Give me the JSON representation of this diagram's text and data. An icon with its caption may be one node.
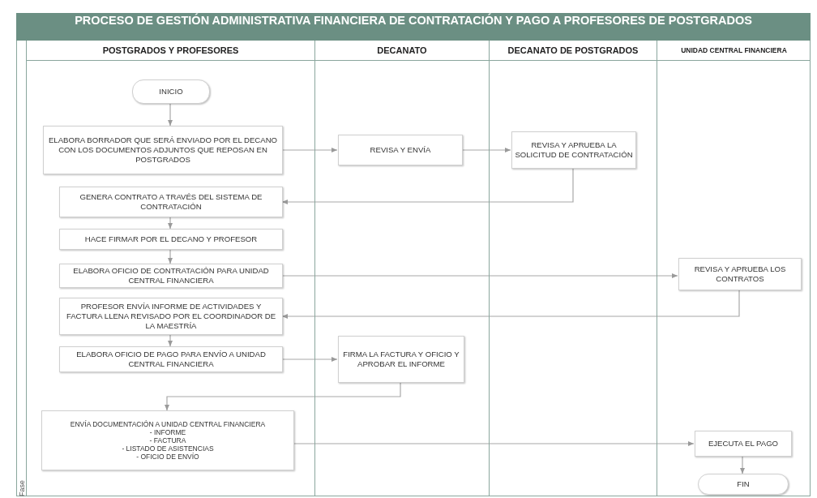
{
  "diagram": {
    "title": "PROCESO DE GESTIÓN ADMINISTRATIVA FINANCIERA DE CONTRATACIÓN Y PAGO A PROFESORES DE POSTGRADOS",
    "nodes": [
      {
        "text": [
          "POSTGRADOS Y PROFESORES"
        ]
      },
      {
        "text": [
          "DECANATO"
        ]
      },
      {
        "text": [
          "DECANATO DE POSTGRADOS"
        ]
      },
      {
        "text": [
          "UNIDAD CENTRAL FINANCIERA"
        ]
      },
      {
        "text": [
          "INICIO"
        ],
        "in": 0
      },
      {
        "text": [
          "ELABORA BORRADOR QUE SERÁ ENVIADO POR EL DECANO CON LOS DOCUMENTOS ADJUNTOS QUE REPOSAN EN POSTGRADOS"
        ],
        "in": 0
      },
      {
        "text": [
          "REVISA Y ENVÍA"
        ],
        "in": 1
      },
      {
        "text": [
          "REVISA Y APRUEBA LA SOLICITUD DE CONTRATACIÓN"
        ],
        "in": 2
      },
      {
        "text": [
          "GENERA CONTRATO A TRAVÉS DEL SISTEMA DE CONTRATACIÓN"
        ],
        "in": 0
      },
      {
        "text": [
          "HACE FIRMAR POR EL DECANO Y PROFESOR"
        ],
        "in": 0
      },
      {
        "text": [
          "ELABORA OFICIO DE CONTRATACIÓN PARA UNIDAD CENTRAL FINANCIERA"
        ],
        "in": 0
      },
      {
        "text": [
          "REVISA Y APRUEBA LOS CONTRATOS"
        ],
        "in": 3
      },
      {
        "text": [
          "PROFESOR ENVÍA INFORME DE ACTIVIDADES Y FACTURA LLENA REVISADO POR EL COORDINADOR DE LA MAESTRÍA"
        ],
        "in": 0
      },
      {
        "text": [
          "ELABORA OFICIO DE PAGO PARA ENVÍO A UNIDAD CENTRAL FINANCIERA"
        ],
        "in": 0
      },
      {
        "text": [
          "FIRMA LA FACTURA Y OFICIO Y APROBAR EL INFORME"
        ],
        "in": 1
      },
      {
        "text": [
          "ENVÍA DOCUMENTACIÓN A UNIDAD CENTRAL FINANCIERA",
          "- INFORME",
          "- FACTURA",
          "- LISTADO DE ASISTENCIAS",
          "- OFICIO DE ENVÍO"
        ],
        "in": 0
      },
      {
        "text": [
          "EJECUTA EL PAGO"
        ],
        "in": 3
      },
      {
        "text": [
          "FIN"
        ],
        "in": 3
      }
    ],
    "edges": [
      {
        "from": 4,
        "to": 5,
        "arrow": "to"
      },
      {
        "from": 5,
        "to": 6,
        "arrow": "to"
      },
      {
        "from": 6,
        "to": 7,
        "arrow": "to"
      },
      {
        "from": 7,
        "to": 8,
        "arrow": "to"
      },
      {
        "from": 8,
        "to": 9,
        "arrow": "to"
      },
      {
        "from": 9,
        "to": 10,
        "arrow": "to"
      },
      {
        "from": 10,
        "to": 11,
        "arrow": "to"
      },
      {
        "from": 11,
        "to": 12,
        "arrow": "to"
      },
      {
        "from": 12,
        "to": 13,
        "arrow": "to"
      },
      {
        "from": 13,
        "to": 14,
        "arrow": "to"
      },
      {
        "from": 14,
        "to": 15,
        "arrow": "to"
      },
      {
        "from": 15,
        "to": 16,
        "arrow": "to"
      },
      {
        "from": 16,
        "to": 17,
        "arrow": "to"
      }
    ],
    "labels": [
      "Fase"
    ]
  }
}
